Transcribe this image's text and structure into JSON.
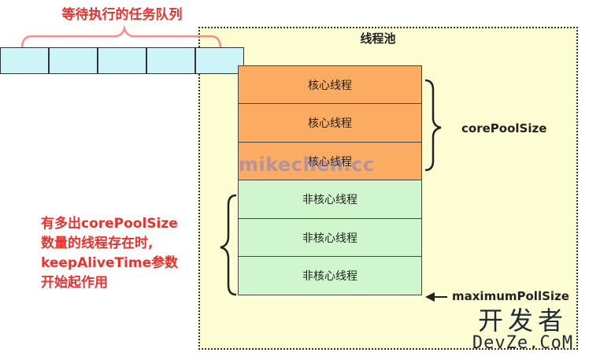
{
  "queue": {
    "title": "等待执行的任务队列",
    "cell_count": 5
  },
  "pool": {
    "title": "线程池",
    "threads": [
      {
        "label": "核心线程",
        "kind": "core"
      },
      {
        "label": "核心线程",
        "kind": "core"
      },
      {
        "label": "核心线程",
        "kind": "core"
      },
      {
        "label": "非核心线程",
        "kind": "noncore"
      },
      {
        "label": "非核心线程",
        "kind": "noncore"
      },
      {
        "label": "非核心线程",
        "kind": "noncore"
      }
    ],
    "core_label": "corePoolSize",
    "max_label": "maximumPollSize"
  },
  "note": {
    "lines": [
      "有多出corePoolSize",
      "数量的线程存在时,",
      "keepAliveTime参数",
      "开始起作用"
    ]
  },
  "watermark": "mikechen.cc",
  "brand": {
    "cn": "开发者",
    "en": "DevZe.CoM"
  },
  "colors": {
    "queue_cell": "#cdf5f8",
    "core": "#fcac62",
    "noncore": "#cff6cc",
    "pool_bg": "#fdfdd3",
    "accent_red": "#e8322d"
  }
}
